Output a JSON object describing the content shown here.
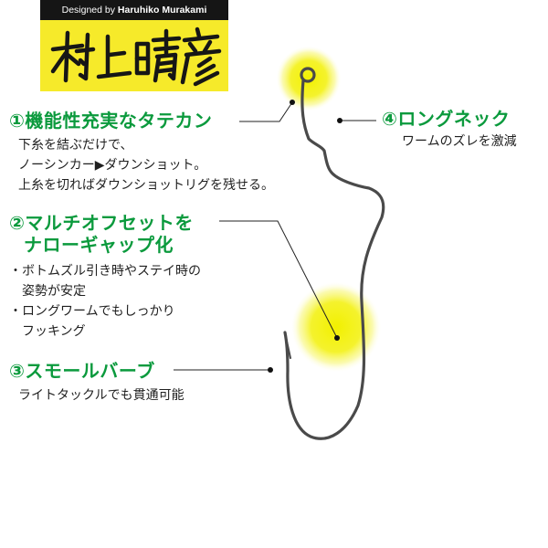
{
  "badge": {
    "designed_by_prefix": "Designed by",
    "designer_name": "Haruhiko Murakami",
    "signature_kanji": "村上晴彦"
  },
  "features": [
    {
      "title": "①機能性充実なタテカン",
      "lines": [
        "下糸を結ぶだけで、",
        "ノーシンカー▶ダウンショット。",
        "上糸を切ればダウンショットリグを残せる。"
      ]
    },
    {
      "title_lines": [
        "②マルチオフセットを",
        "ナローギャップ化"
      ],
      "lines": [
        "・ボトムズル引き時やステイ時の",
        "　姿勢が安定",
        "・ロングワームでもしっかり",
        "　フッキング"
      ]
    },
    {
      "title": "③スモールバーブ",
      "lines": [
        "ライトタックルでも貫通可能"
      ]
    },
    {
      "title": "④ロングネック",
      "lines": [
        "ワームのズレを激減"
      ]
    }
  ],
  "colors": {
    "accent_green": "#0b9a3d",
    "badge_yellow": "#f6ea2a",
    "glow_yellow": "#f2f000",
    "hook_gray": "#4a4a4a"
  }
}
